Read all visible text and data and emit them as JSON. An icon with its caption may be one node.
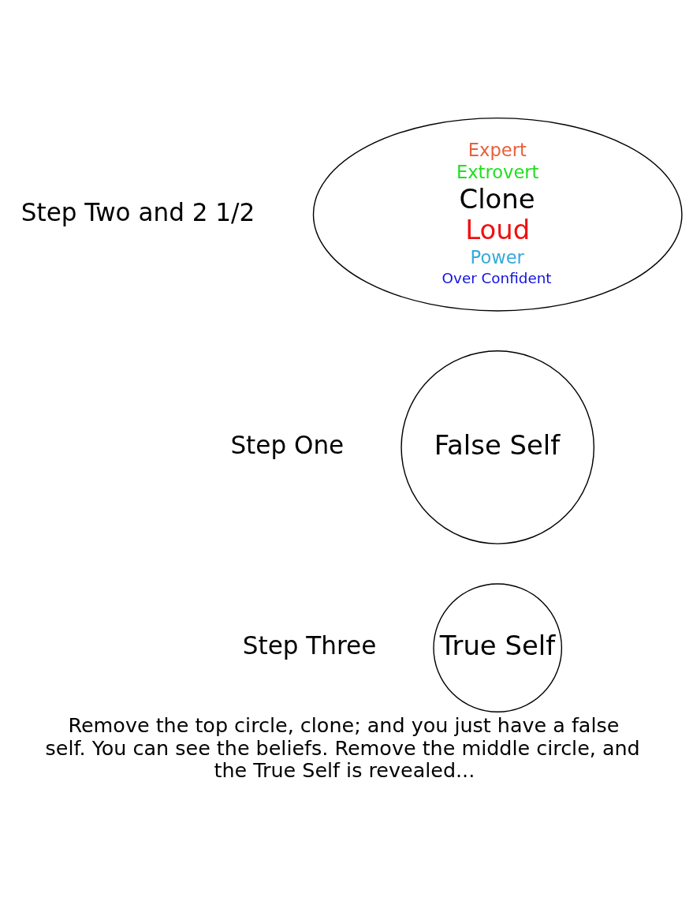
{
  "diagram": {
    "caption": "Remove the top circle, clone; and you just have a false self. You can see the beliefs. Remove the middle circle, and the True Self is revealed...",
    "nodes": [
      {
        "text": [
          "Expert",
          "Extrovert",
          "Clone",
          "Loud",
          "Power",
          "Over Confident"
        ]
      },
      {
        "text": [
          "False Self"
        ]
      },
      {
        "text": [
          "True Self"
        ]
      }
    ],
    "labels": [
      "Step Two and 2 1/2",
      "Step One",
      "Step Three"
    ]
  }
}
